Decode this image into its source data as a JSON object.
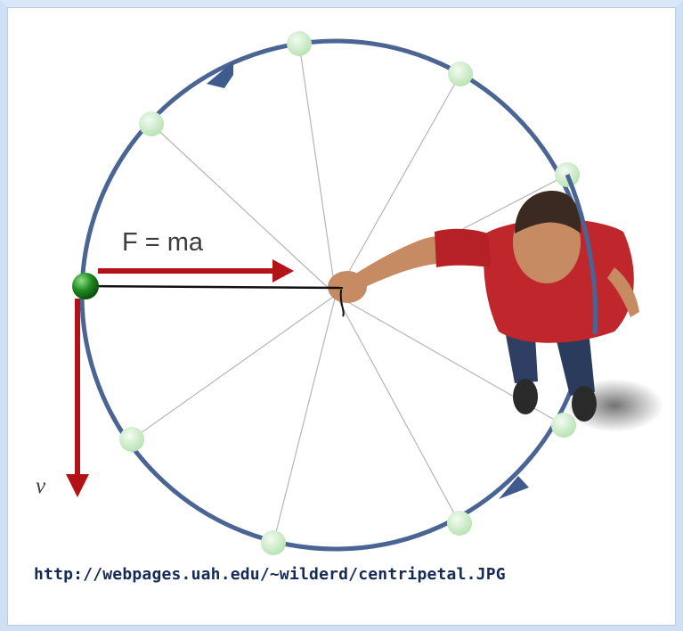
{
  "diagram": {
    "force_equation": "F = ma",
    "velocity_label": "v",
    "caption": "http://webpages.uah.edu/~wilderd/centripetal.JPG",
    "colors": {
      "orbit": "#4a6494",
      "arrow": "#b31217",
      "ball_active": "#1f8a1f",
      "ball_ghost": "#cfeccc",
      "shirt": "#c0272d",
      "jeans": "#2e3f63",
      "skin": "#c68b63",
      "hair": "#3b2a22"
    }
  }
}
